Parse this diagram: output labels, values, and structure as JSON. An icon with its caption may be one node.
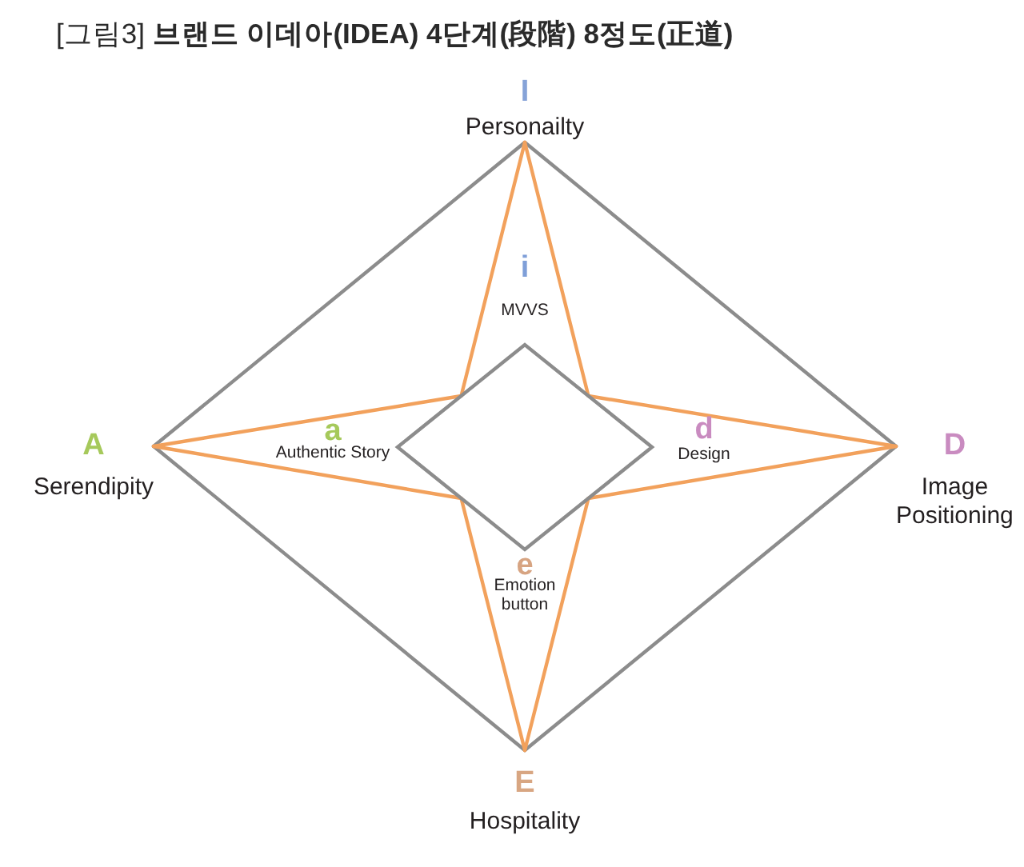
{
  "diagram": {
    "title": "[그림3] **브랜드 이데아(IDEA) 4단계(段階) 8정도(正道)**",
    "nodes": [
      {
        "text": [
          "I",
          "Personailty"
        ]
      },
      {
        "text": [
          "A",
          "Serendipity"
        ]
      },
      {
        "text": [],
        "shape": "diamond"
      },
      {
        "text": [
          "D",
          "Image Positioning"
        ]
      },
      {
        "text": [
          "E",
          "Hospitality"
        ]
      }
    ],
    "edges": [
      {
        "from": 1,
        "to": 0,
        "arrow": "none",
        "color": "#8c8c8c"
      },
      {
        "from": 0,
        "to": 3,
        "arrow": "none",
        "color": "#8c8c8c"
      },
      {
        "from": 3,
        "to": 4,
        "arrow": "none",
        "color": "#8c8c8c"
      },
      {
        "from": 4,
        "to": 1,
        "arrow": "none",
        "color": "#8c8c8c"
      },
      {
        "from": 0,
        "to": 2,
        "arrow": "none"
      },
      {
        "from": 0,
        "to": 2,
        "arrow": "none"
      },
      {
        "from": 1,
        "to": 2,
        "arrow": "none"
      },
      {
        "from": 1,
        "to": 2,
        "arrow": "none"
      },
      {
        "from": 3,
        "to": 2,
        "arrow": "none"
      },
      {
        "from": 3,
        "to": 2,
        "arrow": "none"
      },
      {
        "from": 4,
        "to": 2,
        "arrow": "none"
      },
      {
        "from": 4,
        "to": 2,
        "arrow": "none"
      }
    ],
    "labels": [
      "i",
      "MVVS",
      "a",
      "Authentic Story",
      "d",
      "Design",
      "e",
      "Emotion button"
    ]
  }
}
